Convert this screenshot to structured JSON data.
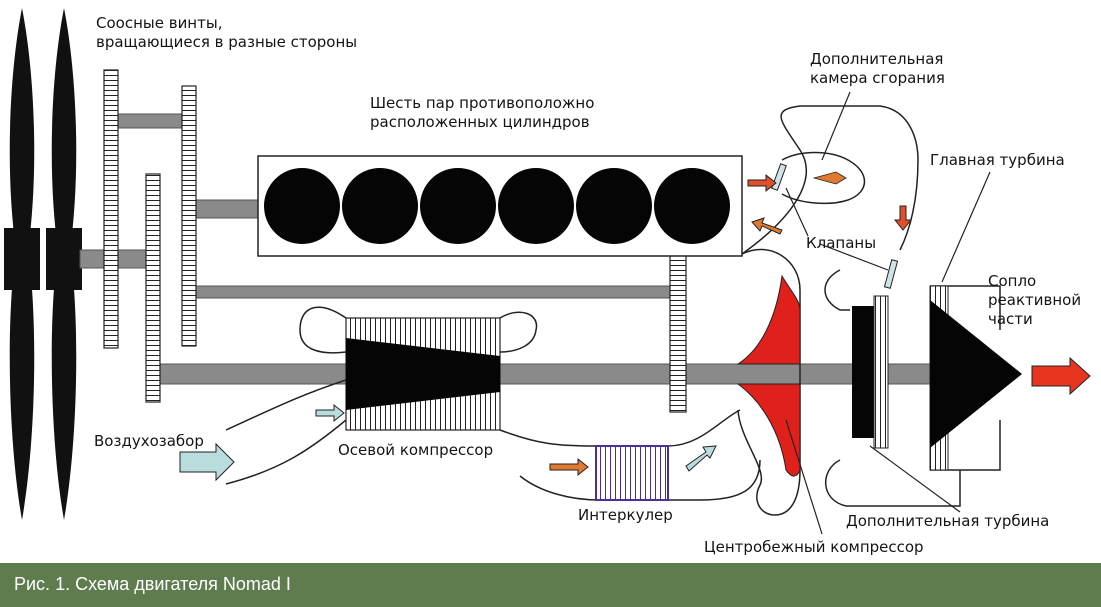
{
  "labels": {
    "coaxial_props": "Соосные винты,\nвращающиеся в разные стороны",
    "cylinders": "Шесть пар противоположно\nрасположенных цилиндров",
    "afterburner": "Дополнительная\nкамера сгорания",
    "main_turbine": "Главная турбина",
    "valves": "Клапаны",
    "nozzle": "Сопло\nреактивной\nчасти",
    "air_intake": "Воздухозабор",
    "axial_compressor": "Осевой компрессор",
    "intercooler": "Интеркулер",
    "aux_turbine": "Дополнительная турбина",
    "centrifugal_compressor": "Центробежный компрессор"
  },
  "caption": "Рис. 1. Схема двигателя Nomad I",
  "colors": {
    "caption_bar": "#5f7c4f",
    "caption_text": "#ffffff",
    "flow_arrow_hot": "#e2502a",
    "flow_arrow_cool": "#b9dcdc",
    "flow_arrow_compressed": "#e07a30",
    "centrifugal_impeller": "#e0201a",
    "intercooler_frame": "#4a2f9a",
    "exhaust_arrow": "#e8351f"
  },
  "cylinder_count": 6
}
